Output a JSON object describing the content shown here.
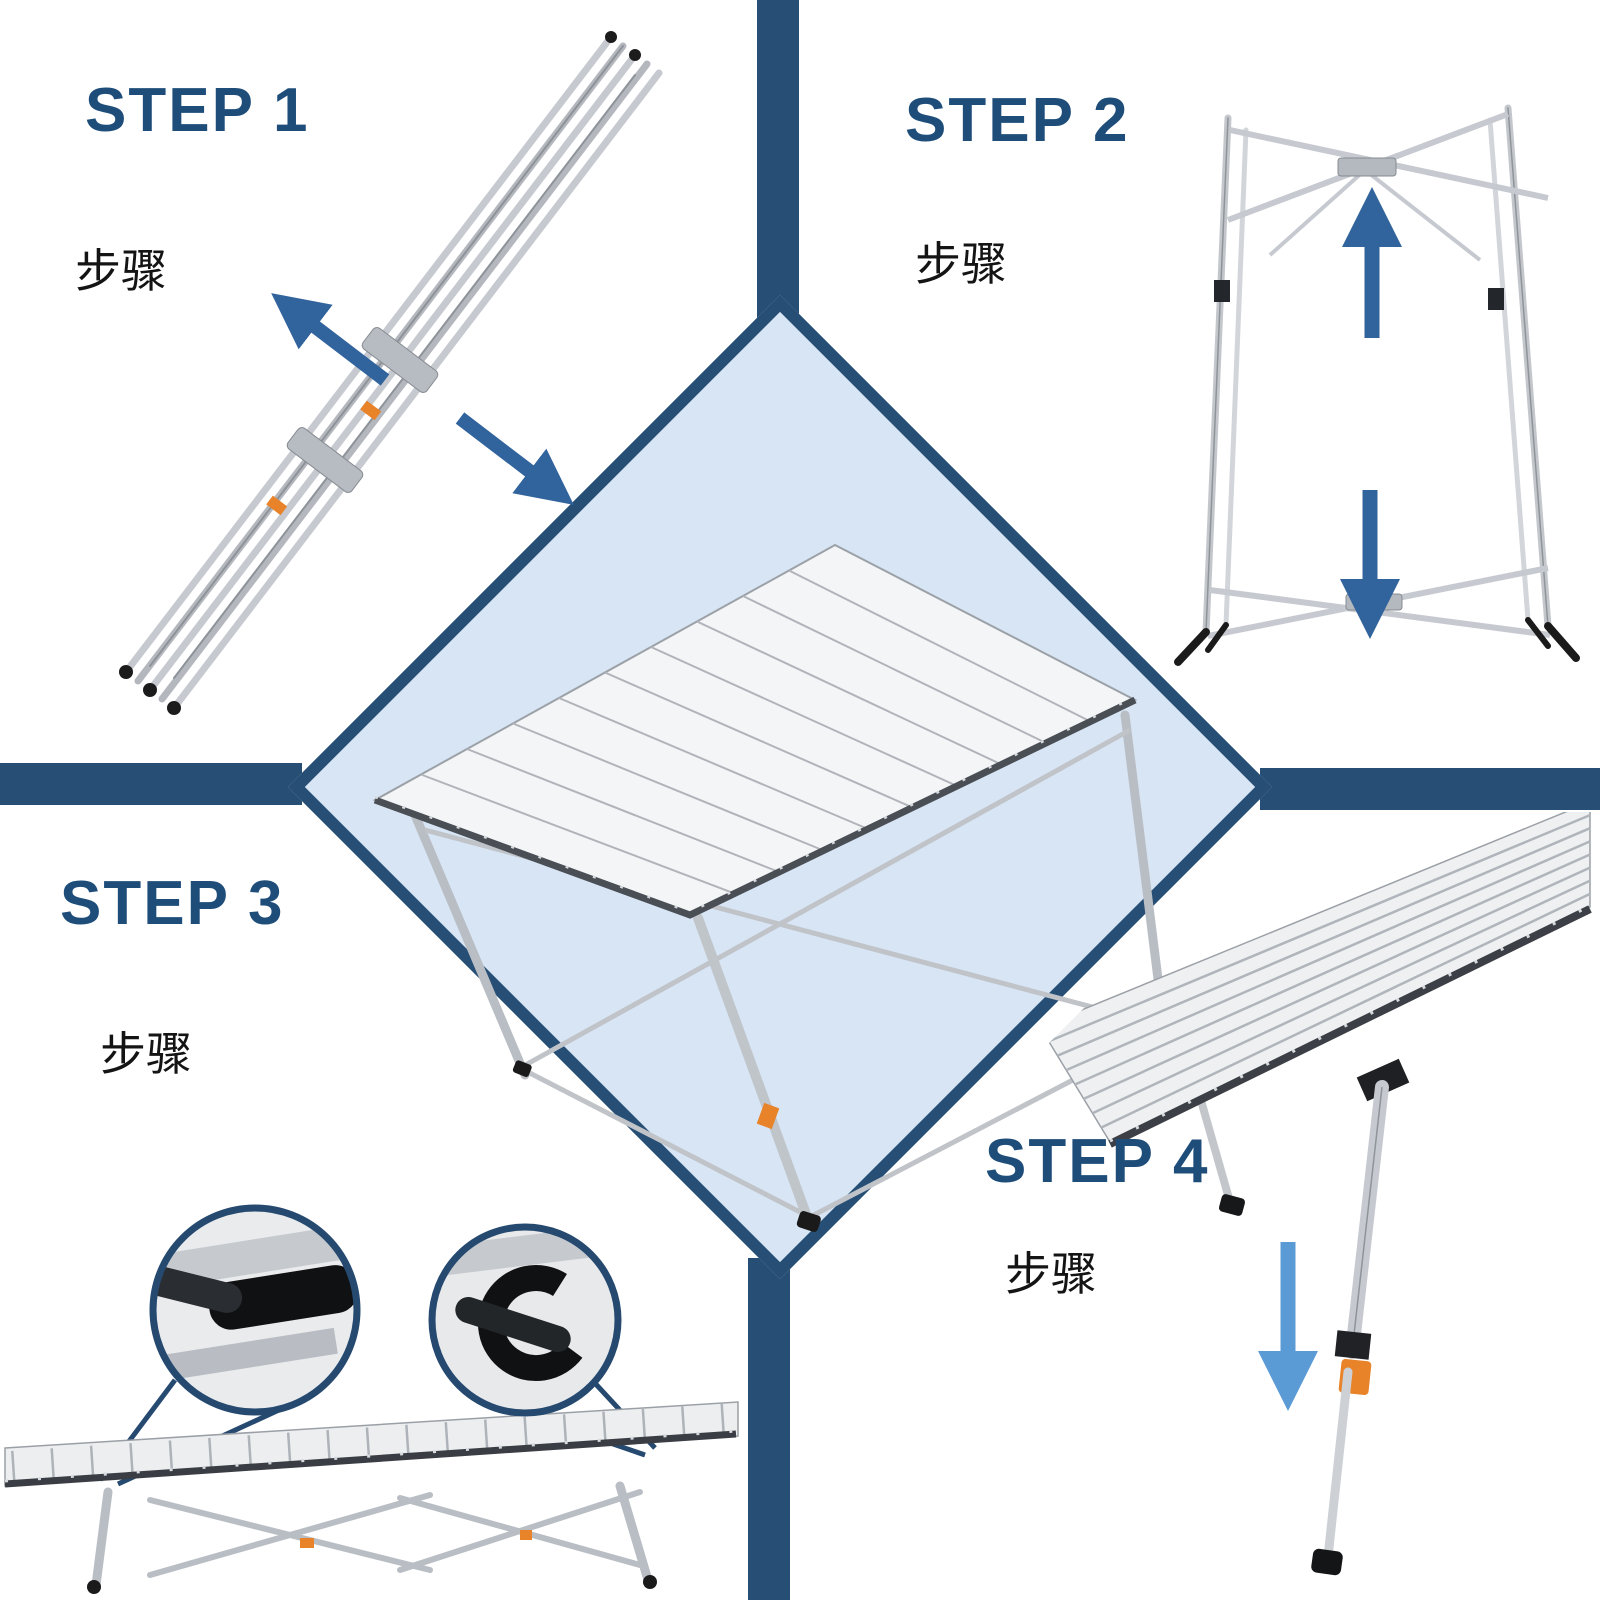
{
  "steps": [
    {
      "label": "STEP 1",
      "sublabel": "步骤"
    },
    {
      "label": "STEP 2",
      "sublabel": "步骤"
    },
    {
      "label": "STEP 3",
      "sublabel": "步骤"
    },
    {
      "label": "STEP 4",
      "sublabel": "步骤"
    }
  ],
  "colors": {
    "navy": "#274e74",
    "step_text": "#1f4d7a",
    "diamond_fill": "#d8e5f5",
    "arrow_blue": "#31639c",
    "arrow_light_blue": "#5b9bd5",
    "accent_orange": "#e8832a",
    "metal_gray": "#c3c7cc"
  },
  "icons": {
    "step1": "expand-diagonal-double-arrows",
    "step2": "arrow-up-and-arrow-down",
    "step3": "magnifier-callout-circles",
    "step4": "arrow-down"
  }
}
